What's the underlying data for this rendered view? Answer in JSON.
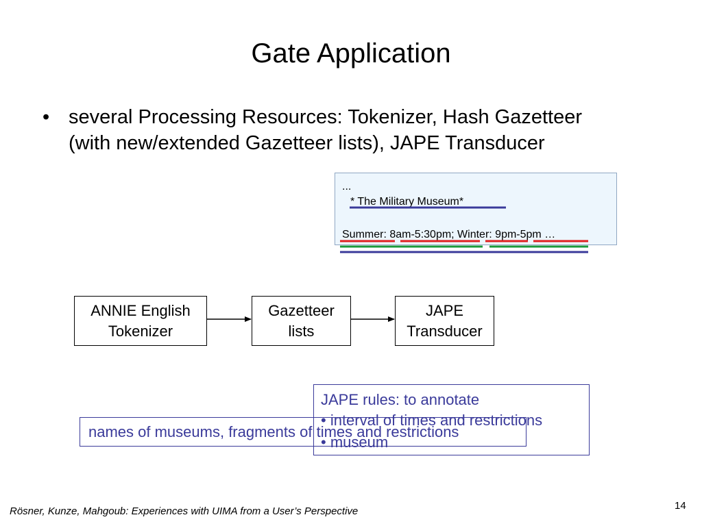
{
  "slide": {
    "title": "Gate Application",
    "bullet": {
      "marker": "•",
      "text": "several Processing Resources: Tokenizer, Hash Gazetteer (with new/extended Gazetteer lists), JAPE Transducer"
    },
    "example": {
      "ellipsis": "...",
      "museum_line": "* The Military Museum*",
      "hours_line": "Summer: 8am-5:30pm; Winter: 9pm-5pm …"
    },
    "pipeline": {
      "tokenizer": [
        "ANNIE English",
        "Tokenizer"
      ],
      "gazetteer": [
        "Gazetteer",
        "lists"
      ],
      "jape": [
        "JAPE",
        "Transducer"
      ]
    },
    "jape_rules": {
      "heading": "JAPE rules: to annotate",
      "items": [
        "• interval of times and restrictions",
        "• museum"
      ]
    },
    "names_box": "names of museums, fragments of times and restrictions",
    "footer": "Rösner, Kunze, Mahgoub: Experiences with UIMA from a User’s Perspective",
    "page_number": "14"
  },
  "colors": {
    "annotation_blue": "#3a3a9a",
    "underline_red": "#e02020",
    "underline_green": "#1a9a3a",
    "underline_blue": "#3a3a9a",
    "example_bg": "#edf6fd"
  }
}
